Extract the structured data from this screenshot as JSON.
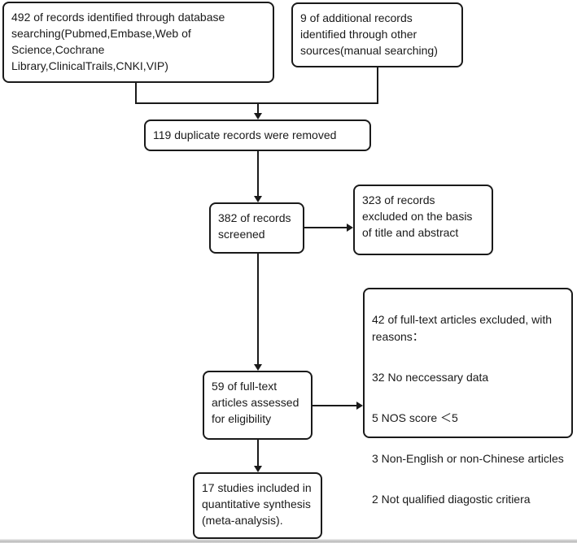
{
  "diagram": {
    "title": "Study selection flow diagram (PRISMA)",
    "colors": {
      "line": "#1a1a1a",
      "box_background": "#ffffff",
      "page_background": "#ffffff"
    },
    "boxes": {
      "identification_database": {
        "text": "492 of records identified through database\nsearching(Pubmed,Embase,Web of\nScience,Cochrane\nLibrary,ClinicalTrails,CNKI,VIP)"
      },
      "identification_other": {
        "text": "9 of additional records\nidentified through other\nsources(manual searching)"
      },
      "duplicates_removed": {
        "text": "119 duplicate records were removed"
      },
      "records_screened": {
        "text": "382 of records\nscreened"
      },
      "records_excluded_title_abstract": {
        "text": "323 of records\nexcluded on the basis\nof title and abstract"
      },
      "fulltext_excluded": {
        "title": "42 of full-text articles excluded, with\nreasons：",
        "reasons": [
          "32 No neccessary data",
          "5 NOS score ＜5",
          "3 Non-English or non-Chinese articles",
          "2 Not qualified diagostic critiera"
        ]
      },
      "fulltext_assessed": {
        "text": "59 of full-text\narticles assessed\nfor eligibility"
      },
      "studies_included": {
        "text": "17 studies included in\nquantitative synthesis\n(meta-analysis)."
      }
    }
  }
}
